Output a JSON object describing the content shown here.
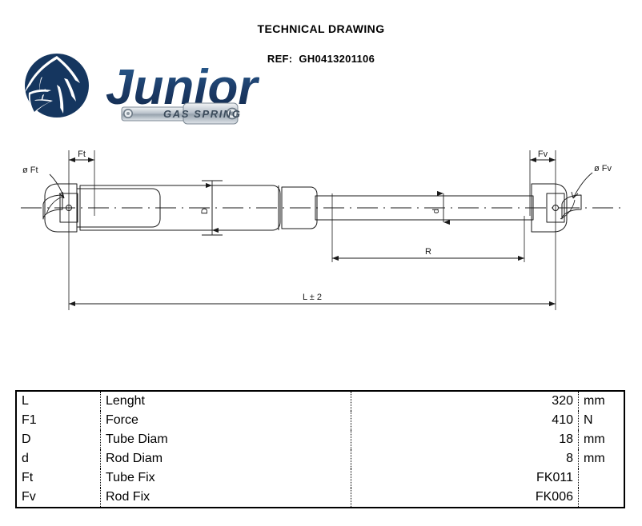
{
  "header": {
    "title": "TECHNICAL DRAWING",
    "ref_label": "REF:",
    "ref_value": "GH0413201106"
  },
  "logo": {
    "brand": "Junior",
    "tagline": "GAS SPRING",
    "brand_color": "#1b3a66",
    "emblem_color": "#15365f"
  },
  "drawing": {
    "labels": {
      "tube_fix_dim": "Ft",
      "tube_fix_dia": "ø  Ft",
      "rod_fix_dim": "Fv",
      "rod_fix_dia": "ø  Fv",
      "tube_diam": "D",
      "rod_diam": "d",
      "stroke": "R",
      "length": "L ± 2"
    },
    "line_color": "#1a1a1a"
  },
  "spec_table": {
    "rows": [
      {
        "symbol": "L",
        "description": "Lenght",
        "value": "320",
        "unit": "mm"
      },
      {
        "symbol": "F1",
        "description": "Force",
        "value": "410",
        "unit": "N"
      },
      {
        "symbol": "D",
        "description": "Tube Diam",
        "value": "18",
        "unit": "mm"
      },
      {
        "symbol": "d",
        "description": "Rod Diam",
        "value": "8",
        "unit": "mm"
      },
      {
        "symbol": "Ft",
        "description": "Tube Fix",
        "value": "FK011",
        "unit": ""
      },
      {
        "symbol": "Fv",
        "description": "Rod Fix",
        "value": "FK006",
        "unit": ""
      }
    ]
  }
}
